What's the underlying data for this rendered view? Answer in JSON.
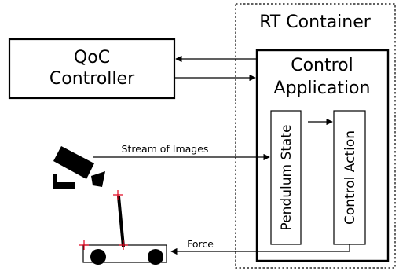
{
  "qoc_controller": {
    "line1": "QoC",
    "line2": "Controller"
  },
  "rt_container": {
    "title": "RT Container"
  },
  "control_application": {
    "line1": "Control",
    "line2": "Application"
  },
  "pendulum_state": {
    "label": "Pendulum State"
  },
  "control_action": {
    "label": "Control Action"
  },
  "arrows": {
    "stream_label": "Stream of Images",
    "force_label": "Force"
  },
  "icons": {
    "camera": "security-camera-icon",
    "cart": "inverted-pendulum-cart-icon"
  },
  "colors": {
    "marker": "#e0001a",
    "stroke": "#000000"
  }
}
